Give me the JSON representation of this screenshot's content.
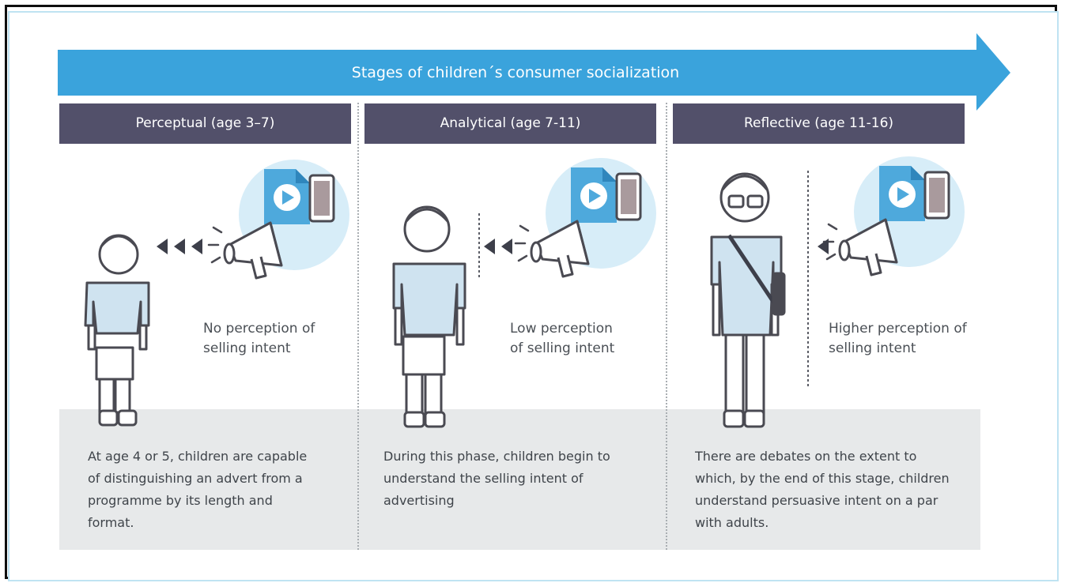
{
  "title": "Stages of children´s consumer socialization",
  "stages": [
    {
      "label": "Perceptual (age 3–7)",
      "caption_lines": [
        "No perception of",
        "selling intent"
      ],
      "description_lines": [
        "At age 4 or 5, children are capable",
        "of distinguishing an advert from a",
        "programme by its length and",
        "format."
      ]
    },
    {
      "label": "Analytical (age 7-11)",
      "caption_lines": [
        "Low perception",
        "of selling intent"
      ],
      "description_lines": [
        "During this phase, children begin to",
        "understand the selling intent of",
        "advertising"
      ]
    },
    {
      "label": "Reflective (age 11-16)",
      "caption_lines": [
        "Higher perception of",
        "selling intent"
      ],
      "description_lines": [
        "There are debates on the extent to",
        "which, by the end of this stage, children",
        "understand persuasive intent on a par",
        "with adults."
      ]
    }
  ],
  "colors": {
    "arrow": "#3aa3dc",
    "header": "#52506a",
    "band": "#e7e9ea",
    "figure_fill": "#cfe3f0",
    "icon_blue": "#4ea9dc",
    "phone": "#a99a9d"
  },
  "icons": [
    "child-icon",
    "megaphone-icon",
    "video-file-icon",
    "phone-icon",
    "sound-arrow-icon"
  ]
}
